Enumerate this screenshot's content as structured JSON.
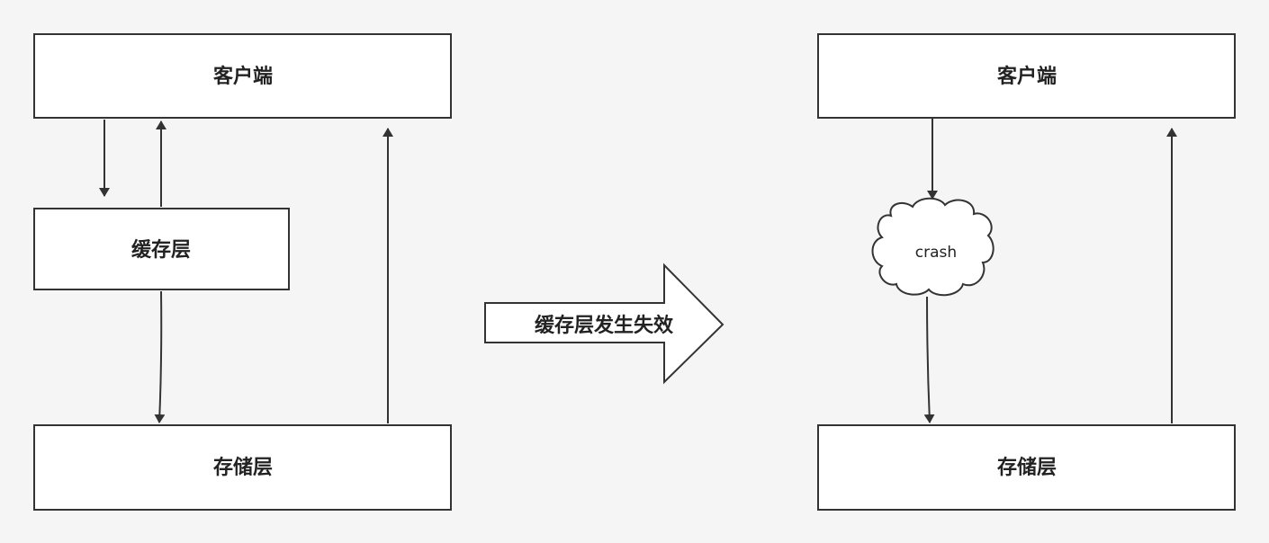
{
  "before": {
    "client_label": "客户端",
    "cache_label": "缓存层",
    "storage_label": "存储层"
  },
  "transition": {
    "label": "缓存层发生失效"
  },
  "after": {
    "client_label": "客户端",
    "crash_label": "crash",
    "storage_label": "存储层"
  },
  "colors": {
    "background": "#f5f5f5",
    "stroke": "#333333",
    "box_fill": "#ffffff",
    "text": "#222222"
  }
}
